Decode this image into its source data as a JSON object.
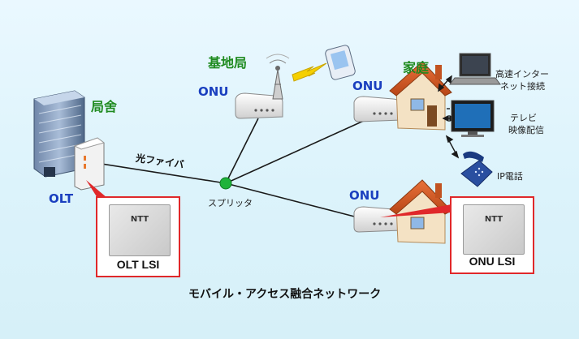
{
  "labels": {
    "base_station": "基地局",
    "onu_base": "ONU",
    "home": "家庭",
    "onu_home": "ONU",
    "office": "局舍",
    "fiber": "光ファイバ",
    "olt": "OLT",
    "splitter": "スプリッタ",
    "onu_lower": "ONU",
    "internet_line1": "高速インター",
    "internet_line2": "ネット接続",
    "tv_line1": "テレビ",
    "tv_line2": "映像配信",
    "ip_phone": "IP電話",
    "olt_lsi": "OLT LSI",
    "onu_lsi": "ONU LSI",
    "olt_chip_mark": "NTT",
    "onu_chip_mark": "NTT",
    "caption": "モバイル・アクセス融合ネットワーク"
  },
  "colors": {
    "background": "#dcf3fb",
    "fiber_line": "#1a1a1a",
    "splitter": "#1fb33a",
    "callout": "#e0282a",
    "label_green": "#1e8a1e",
    "label_blue": "#1a3fbf"
  }
}
